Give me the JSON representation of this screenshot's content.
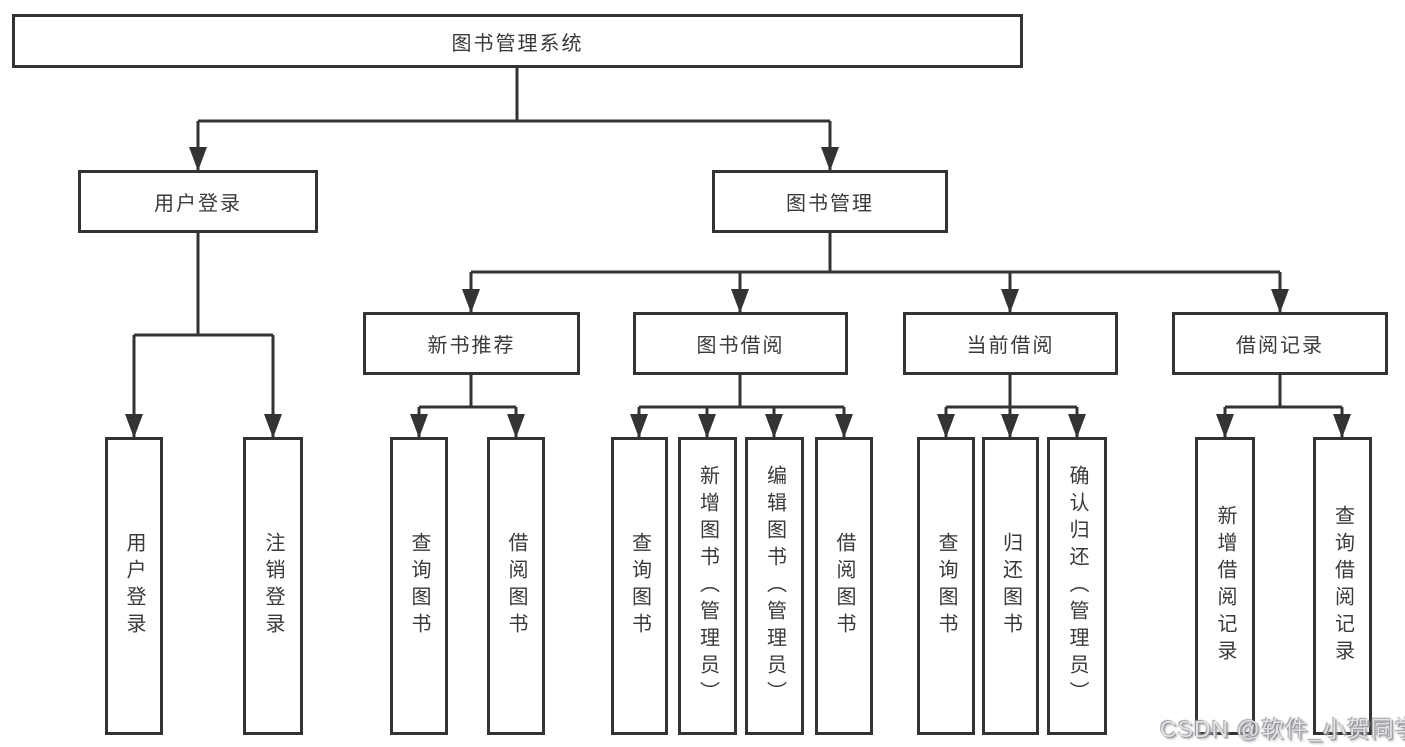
{
  "page": {
    "background_color": "#ffffff",
    "line_color": "#333333",
    "text_color": "#3a3a3a",
    "watermark_color": "#c9c9cd"
  },
  "tree": {
    "label": "图书管理系统",
    "children": [
      {
        "label": "用户登录",
        "children": [
          {
            "label": "用户登录"
          },
          {
            "label": "注销登录"
          }
        ]
      },
      {
        "label": "图书管理",
        "children": [
          {
            "label": "新书推荐",
            "children": [
              {
                "label": "查询图书"
              },
              {
                "label": "借阅图书"
              }
            ]
          },
          {
            "label": "图书借阅",
            "children": [
              {
                "label": "查询图书"
              },
              {
                "label": "新增图书（管理员）"
              },
              {
                "label": "编辑图书（管理员）"
              },
              {
                "label": "借阅图书"
              }
            ]
          },
          {
            "label": "当前借阅",
            "children": [
              {
                "label": "查询图书"
              },
              {
                "label": "归还图书"
              },
              {
                "label": "确认归还（管理员）"
              }
            ]
          },
          {
            "label": "借阅记录",
            "children": [
              {
                "label": "新增借阅记录"
              },
              {
                "label": "查询借阅记录"
              }
            ]
          }
        ]
      }
    ]
  },
  "watermark": {
    "text": "CSDN @软件_小贺同学"
  }
}
